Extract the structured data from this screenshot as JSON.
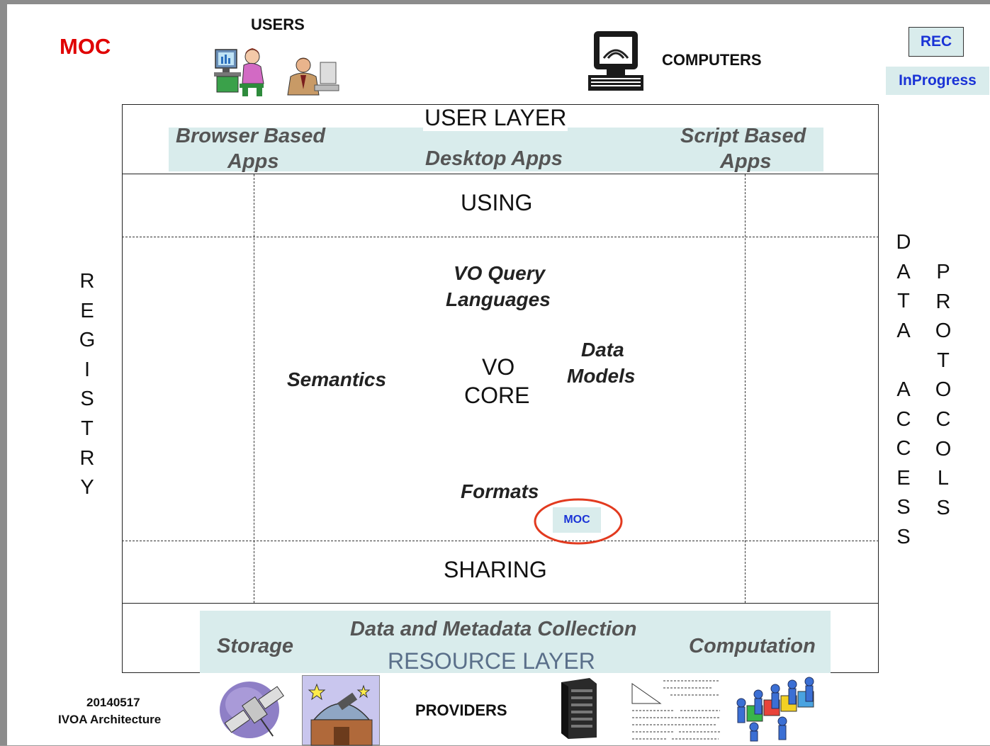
{
  "header": {
    "title": "MOC",
    "users_label": "USERS",
    "computers_label": "COMPUTERS"
  },
  "status": {
    "rec_label": "REC",
    "inprogress_label": "InProgress"
  },
  "user_layer": {
    "title": "USER LAYER",
    "apps": [
      "Browser Based",
      "Apps",
      "Desktop Apps",
      "Script Based",
      "Apps"
    ]
  },
  "core": {
    "using": "USING",
    "query_languages": [
      "VO Query",
      "Languages"
    ],
    "data_models": [
      "Data",
      "Models"
    ],
    "semantics": "Semantics",
    "vo_core": [
      "VO",
      "CORE"
    ],
    "formats": "Formats",
    "moc_badge": "MOC",
    "sharing": "SHARING"
  },
  "side": {
    "registry": [
      "R",
      "E",
      "G",
      "I",
      "S",
      "T",
      "R",
      "Y"
    ],
    "data_access": [
      "D",
      "A",
      "T",
      "A",
      "",
      "A",
      "C",
      "C",
      "E",
      "S",
      "S"
    ],
    "protocols": [
      "P",
      "R",
      "O",
      "T",
      "O",
      "C",
      "O",
      "L",
      "S"
    ]
  },
  "resource_layer": {
    "storage": "Storage",
    "collection": "Data and Metadata Collection",
    "computation": "Computation",
    "title": "RESOURCE LAYER"
  },
  "footer": {
    "date": "20140517",
    "doc": "IVOA Architecture",
    "providers_label": "PROVIDERS"
  },
  "colors": {
    "title_red": "#e00000",
    "status_blue": "#1a33d6",
    "panel_fill": "#d9ecec",
    "circle_red": "#e23a1f"
  },
  "icons": [
    "user-at-computer-icon",
    "user-at-desk-icon",
    "computer-terminal-icon",
    "satellite-icon",
    "observatory-icon",
    "server-rack-icon",
    "formulas-icon",
    "team-puzzle-icon"
  ]
}
